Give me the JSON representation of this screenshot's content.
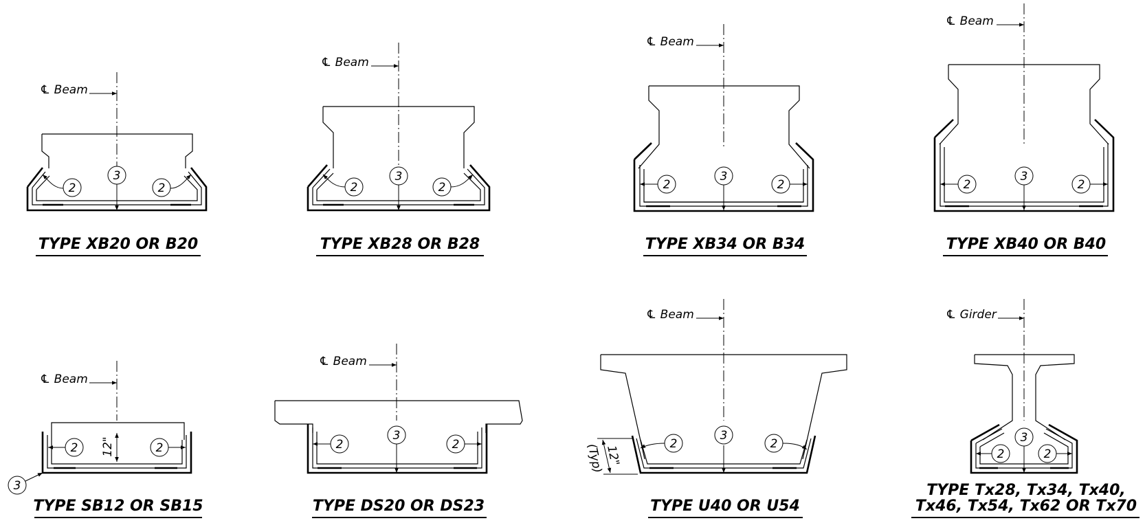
{
  "cl_marker": "℄",
  "sections": {
    "xb20": {
      "title": "TYPE XB20 OR B20",
      "cl_label": "Beam",
      "callouts": [
        "2",
        "3",
        "2"
      ]
    },
    "xb28": {
      "title": "TYPE XB28 OR B28",
      "cl_label": "Beam",
      "callouts": [
        "2",
        "3",
        "2"
      ]
    },
    "xb34": {
      "title": "TYPE XB34 OR B34",
      "cl_label": "Beam",
      "callouts": [
        "2",
        "3",
        "2"
      ]
    },
    "xb40": {
      "title": "TYPE XB40 OR B40",
      "cl_label": "Beam",
      "callouts": [
        "2",
        "3",
        "2"
      ]
    },
    "sb12": {
      "title": "TYPE SB12 OR SB15",
      "cl_label": "Beam",
      "callouts": [
        "2",
        "2",
        "3"
      ],
      "dimension": "12\""
    },
    "ds20": {
      "title": "TYPE DS20 OR DS23",
      "cl_label": "Beam",
      "callouts": [
        "2",
        "3",
        "2"
      ]
    },
    "u40": {
      "title": "TYPE U40 OR U54",
      "cl_label": "Beam",
      "callouts": [
        "2",
        "3",
        "2"
      ],
      "dimension": "12\"",
      "dimension_note": "(Typ)"
    },
    "tx": {
      "title_line1": "TYPE Tx28, Tx34, Tx40,",
      "title_line2": "Tx46, Tx54, Tx62 OR Tx70",
      "cl_label": "Girder",
      "callouts": [
        "3",
        "2",
        "2"
      ]
    }
  }
}
